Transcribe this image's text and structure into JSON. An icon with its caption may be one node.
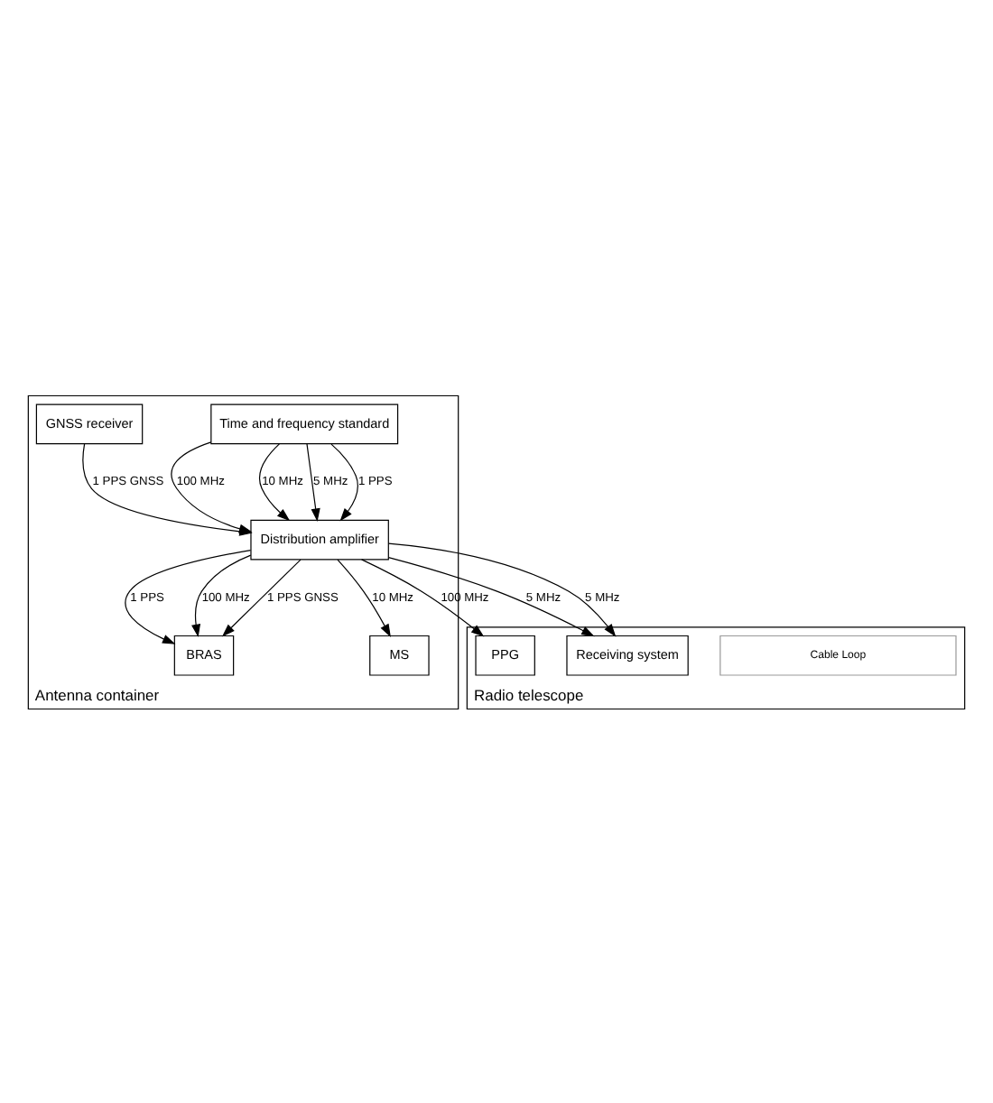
{
  "diagram": {
    "nodes": [
      {
        "text": [
          "Antenna container"
        ]
      },
      {
        "text": [
          "Time and frequency standard"
        ],
        "in": 0
      },
      {
        "text": [
          "GNSS receiver"
        ],
        "in": 0
      },
      {
        "text": [
          "Distribution amplifier"
        ],
        "in": 0
      },
      {
        "text": [
          "BRAS"
        ],
        "in": 0
      },
      {
        "text": [
          "MS"
        ],
        "in": 0
      },
      {
        "text": [
          "Radio telescope"
        ]
      },
      {
        "text": [
          "Cable Loop"
        ],
        "in": 6
      },
      {
        "text": [
          "PPG"
        ],
        "in": 6
      },
      {
        "text": [
          "Receiving system"
        ],
        "in": 6
      }
    ],
    "edges": [
      {
        "from": 1,
        "to": 3,
        "arrow": "to",
        "label": "100 MHz"
      },
      {
        "from": 1,
        "to": 3,
        "arrow": "to",
        "label": "10 MHz"
      },
      {
        "from": 1,
        "to": 3,
        "arrow": "to",
        "label": "5 MHz"
      },
      {
        "from": 1,
        "to": 3,
        "arrow": "to",
        "label": "1 PPS"
      },
      {
        "from": 2,
        "to": 3,
        "arrow": "to",
        "label": "1 PPS GNSS"
      },
      {
        "from": 3,
        "to": 4,
        "arrow": "to",
        "label": "1 PPS"
      },
      {
        "from": 3,
        "to": 4,
        "arrow": "to",
        "label": "100 MHz"
      },
      {
        "from": 3,
        "to": 4,
        "arrow": "to",
        "label": "1 PPS GNSS"
      },
      {
        "from": 3,
        "to": 5,
        "arrow": "to",
        "label": "10 MHz"
      },
      {
        "from": 3,
        "to": 8,
        "arrow": "to",
        "label": "100 MHz"
      },
      {
        "from": 3,
        "to": 9,
        "arrow": "to",
        "label": "5 MHz"
      },
      {
        "from": 3,
        "to": 9,
        "arrow": "to",
        "label": "5 MHz"
      }
    ]
  }
}
